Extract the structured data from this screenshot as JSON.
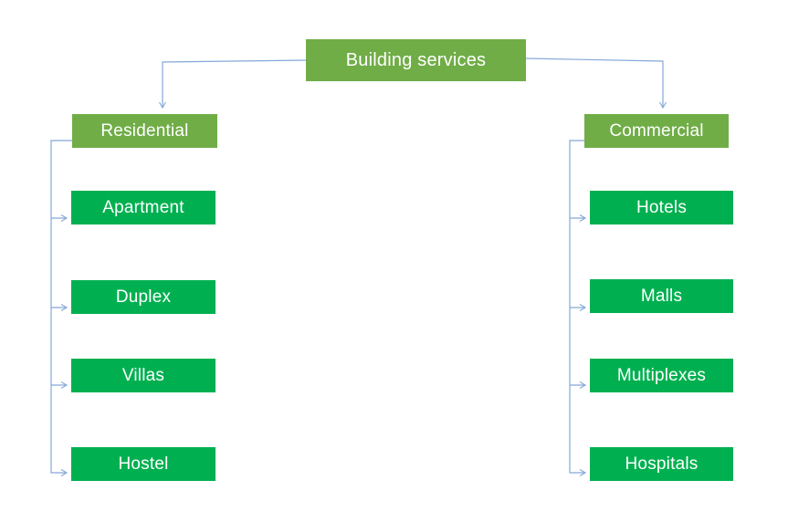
{
  "diagram": {
    "root": {
      "label": "Building services"
    },
    "branches": [
      {
        "label": "Residential",
        "children": [
          "Apartment",
          "Duplex",
          "Villas",
          "Hostel"
        ]
      },
      {
        "label": "Commercial",
        "children": [
          "Hotels",
          "Malls",
          "Multiplexes",
          "Hospitals"
        ]
      }
    ],
    "colors": {
      "parent_fill": "#70AD47",
      "leaf_fill": "#00B050",
      "connector": "#84A8D8",
      "text": "#FFFFFF",
      "background": "#FFFFFF"
    }
  }
}
